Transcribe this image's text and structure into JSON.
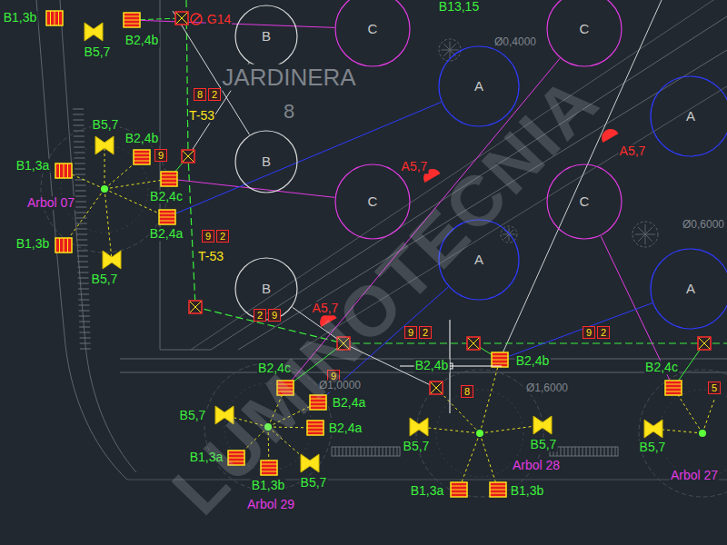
{
  "diagram": {
    "nodes": [
      {
        "text": [
          "B"
        ]
      },
      {
        "text": [
          "C"
        ]
      },
      {
        "text": [
          "C"
        ]
      },
      {
        "text": [
          "A"
        ]
      },
      {
        "text": [
          "A"
        ]
      },
      {
        "text": [
          "8"
        ]
      },
      {
        "text": [
          "2"
        ]
      },
      {
        "text": [
          "9"
        ]
      },
      {
        "text": [
          "B"
        ]
      },
      {
        "text": [
          "C"
        ]
      },
      {
        "text": [
          "C"
        ]
      },
      {
        "text": [
          "9"
        ]
      },
      {
        "text": [
          "2"
        ]
      },
      {
        "text": [
          "A"
        ]
      },
      {
        "text": [
          "A"
        ]
      },
      {
        "text": [
          "B"
        ]
      },
      {
        "text": [
          "2"
        ]
      },
      {
        "text": [
          "9"
        ]
      },
      {
        "text": [
          "9"
        ]
      },
      {
        "text": [
          "2"
        ]
      },
      {
        "text": [
          "9"
        ]
      },
      {
        "text": [
          "2"
        ]
      },
      {
        "text": [
          "9"
        ]
      },
      {
        "text": [
          "5"
        ]
      },
      {
        "text": [
          "8"
        ]
      }
    ],
    "labels": [
      "B1,3b",
      "G14",
      "B2,4b",
      "B5,7",
      "B13,15",
      "Ø0,4000",
      "JARDINERA",
      "8",
      "T-53",
      "B5,7",
      "B2,4b",
      "B1,3a",
      "A5,7",
      "A5,7",
      "B2,4c",
      "Arbol 07",
      "Ø0,6000",
      "B2,4a",
      "B1,3b",
      "T-53",
      "B5,7",
      "A5,7",
      "B2,4c",
      "B2,4b",
      "B2,4b",
      "B2,4c",
      "Ø1,0000",
      "Ø1,6000",
      "B2,4a",
      "B5,7",
      "B2,4a",
      "B5,7",
      "B5,7",
      "B5,7",
      "B1,3a",
      "Arbol 28",
      "Arbol 27",
      "B5,7",
      "B1,3b",
      "B1,3a",
      "B1,3b",
      "Arbol 29",
      "LUMINOTECNIA"
    ]
  }
}
